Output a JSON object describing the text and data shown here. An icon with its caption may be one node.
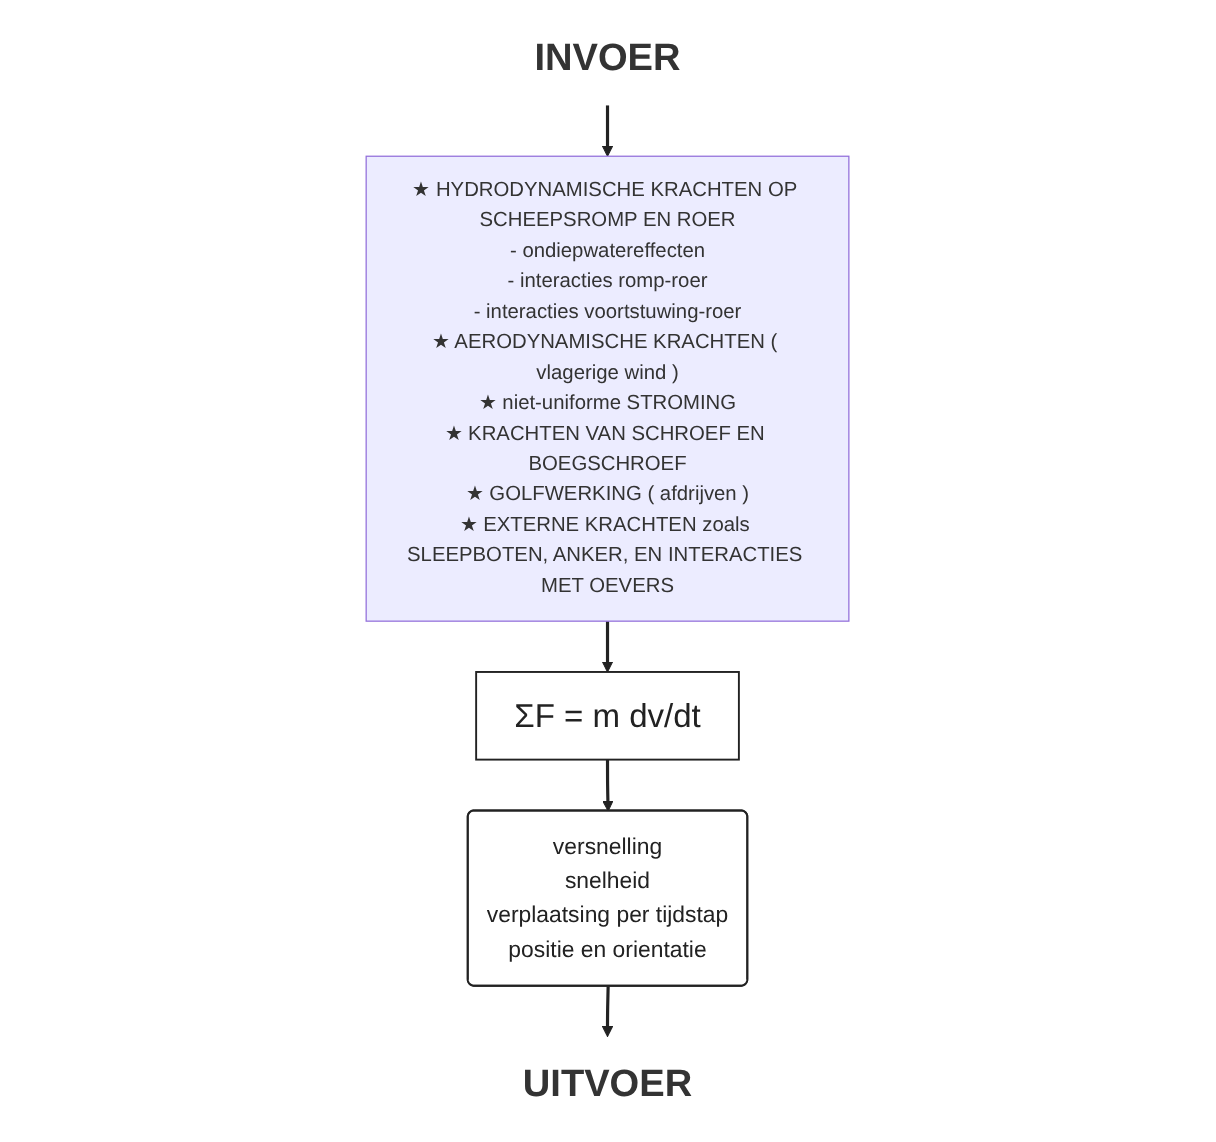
{
  "diagram": {
    "nodes": [
      {
        "text": [
          "★ HYDRODYNAMISCHE KRACHTEN OP SCHEEPSROMP EN ROER",
          "- ondiepwatereffecten",
          "- interacties romp-roer",
          "- interacties voortstuwing-roer",
          "★ AERODYNAMISCHE KRACHTEN ( vlagerige wind )",
          "★ niet-uniforme STROMING",
          "★ KRACHTEN VAN SCHROEF EN BOEGSCHROEF",
          "★ GOLFWERKING ( afdrijven )",
          "★ EXTERNE KRACHTEN zoals SLEEPBOTEN, ANKER, EN INTERACTIES MET OEVERS"
        ]
      },
      {
        "text": [
          "ΣF = m dv/dt"
        ]
      },
      {
        "text": [
          "versnelling",
          "snelheid",
          "verplaatsing per tijdstap",
          "positie en orientatie"
        ]
      },
      {
        "text": [
          "INVOER"
        ]
      },
      {
        "text": [
          "UITVOER"
        ]
      }
    ],
    "edges": [
      {
        "from": 3,
        "to": 0,
        "arrow": "to"
      },
      {
        "from": 0,
        "to": 1,
        "arrow": "to"
      },
      {
        "from": 1,
        "to": 2,
        "arrow": "to"
      },
      {
        "from": 2,
        "to": 4,
        "arrow": "to"
      }
    ]
  }
}
